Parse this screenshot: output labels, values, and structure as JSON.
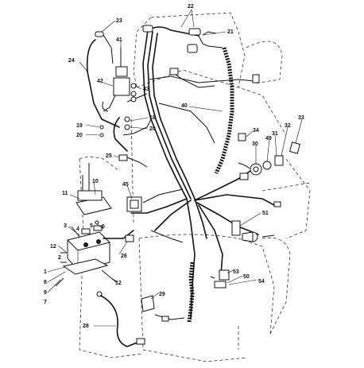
{
  "callouts": [
    "22",
    "23",
    "21",
    "41",
    "24",
    "43",
    "42",
    "19",
    "18",
    "20",
    "20",
    "40",
    "34",
    "31",
    "33",
    "30",
    "49",
    "32",
    "25",
    "10",
    "45",
    "11",
    "51",
    "3",
    "4",
    "6",
    "5",
    "12",
    "2",
    "1",
    "8",
    "9",
    "7",
    "26",
    "12",
    "53",
    "50",
    "54",
    "29",
    "28"
  ]
}
